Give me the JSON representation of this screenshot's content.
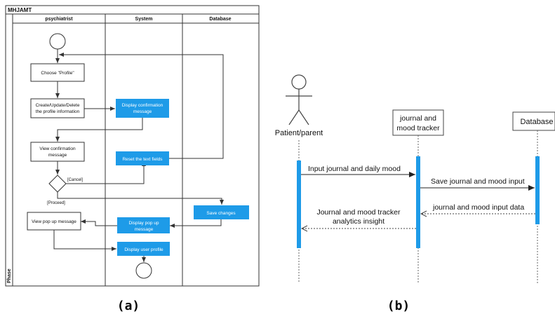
{
  "panel_a": {
    "title": "MHJAMT",
    "phase_label": "Phase",
    "lanes": [
      "psychiatrist",
      "System",
      "Database"
    ],
    "nodes": {
      "choose_profile": "Choose \"Profile\"",
      "create_update_1": "Create/Update/Delete",
      "create_update_2": "the profile information",
      "display_confirm_1": "Display confirmation",
      "display_confirm_2": "message",
      "view_confirm_1": "View confirmation",
      "view_confirm_2": "message",
      "reset_fields": "Reset the text fields",
      "save_changes": "Save changes",
      "display_popup_1": "Display pop up",
      "display_popup_2": "message",
      "view_popup": "View pop up message",
      "display_profile": "Display user profile"
    },
    "guards": {
      "cancel": "[Cancel]",
      "proceed": "[Proceed]"
    },
    "caption": "(a)"
  },
  "panel_b": {
    "lifelines": {
      "actor": "Patient/parent",
      "tracker_1": "journal and",
      "tracker_2": "mood tracker",
      "database": "Database"
    },
    "messages": {
      "m1": "Input journal and daily mood",
      "m2": "Save journal and mood input",
      "m3": "journal and mood input data",
      "m4_1": "Journal and mood tracker",
      "m4_2": "analytics insight"
    },
    "caption": "(b)"
  },
  "colors": {
    "blue": "#1e9be8",
    "line": "#333333"
  }
}
